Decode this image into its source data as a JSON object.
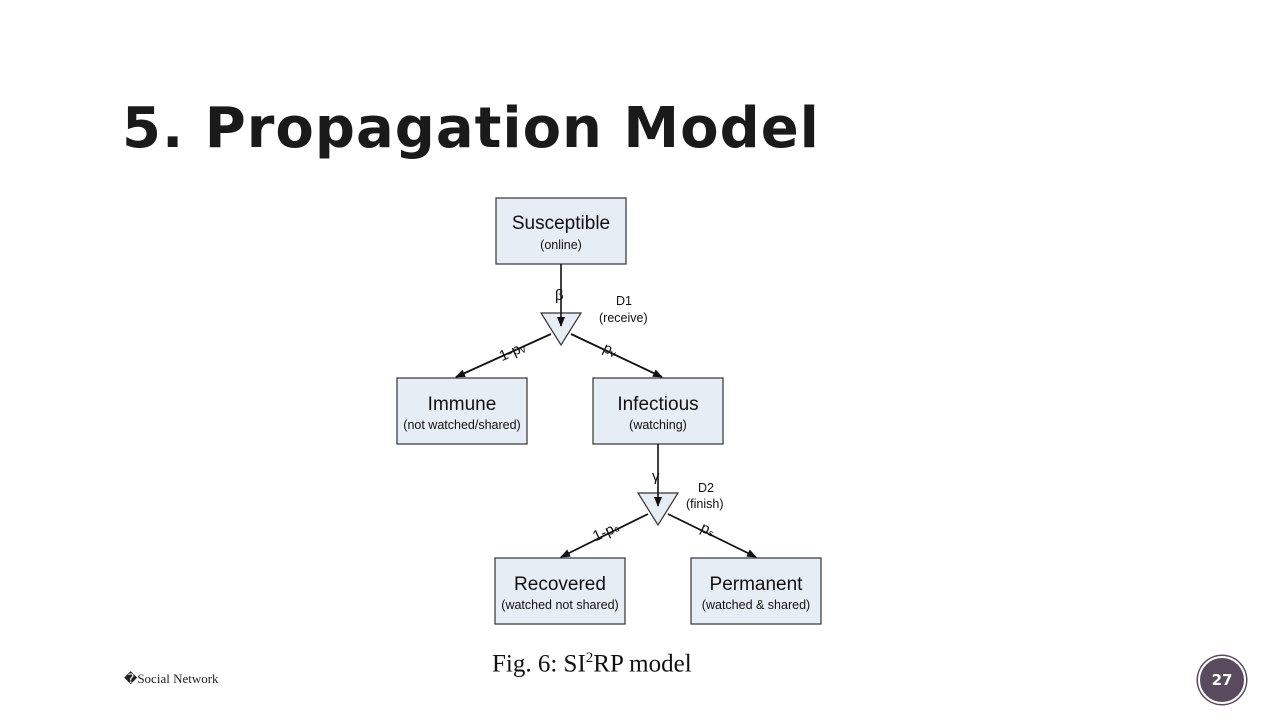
{
  "slide": {
    "title": "5. Propagation Model",
    "footer": "�Social Network",
    "page_number": "27",
    "colors": {
      "box_fill": "#e7edf5",
      "badge": "#5a4a5e"
    }
  },
  "diagram": {
    "nodes": {
      "susceptible": {
        "title": "Susceptible",
        "sub": "(online)"
      },
      "immune": {
        "title": "Immune",
        "sub": "(not watched/shared)"
      },
      "infectious": {
        "title": "Infectious",
        "sub": "(watching)"
      },
      "recovered": {
        "title": "Recovered",
        "sub": "(watched not shared)"
      },
      "permanent": {
        "title": "Permanent",
        "sub": "(watched & shared)"
      }
    },
    "decisions": {
      "d1": {
        "name": "D1",
        "desc": "(receive)"
      },
      "d2": {
        "name": "D2",
        "desc": "(finish)"
      }
    },
    "edges": {
      "beta": "β",
      "gamma": "γ",
      "one_minus_pv": "1-pᵥ",
      "pv": "pᵥ",
      "one_minus_ps": "1-pₛ",
      "ps": "pₛ"
    },
    "caption": {
      "prefix": "Fig. 6: SI",
      "sup": "2",
      "suffix": "RP model"
    }
  }
}
